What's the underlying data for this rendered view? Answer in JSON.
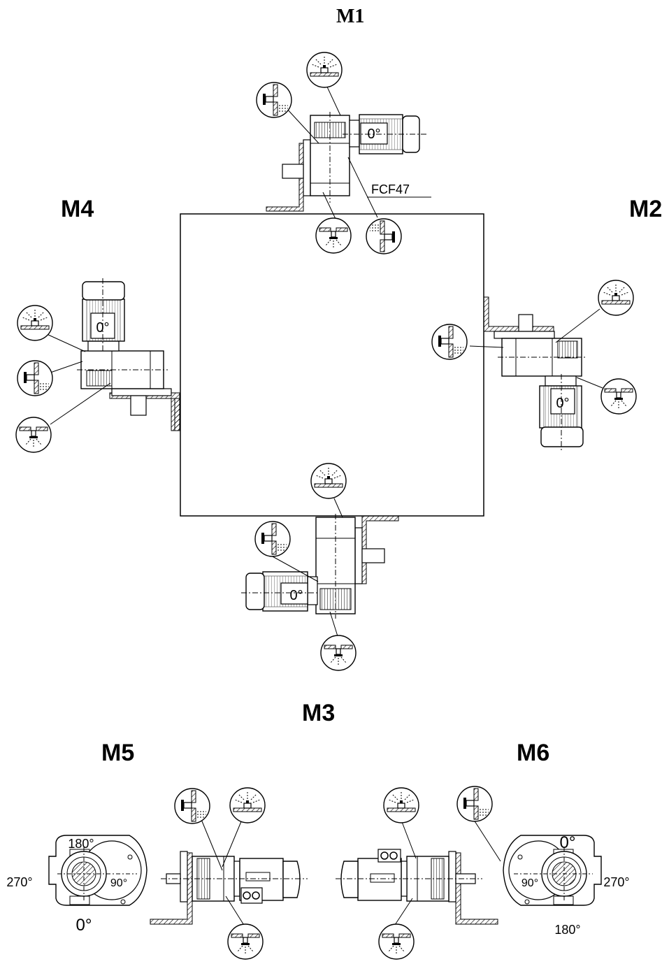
{
  "positions": {
    "m1": "M1",
    "m2": "M2",
    "m3": "M3",
    "m4": "M4",
    "m5": "M5",
    "m6": "M6"
  },
  "model": "FCF47",
  "terminal_box_angle": "0°",
  "angles_m5": {
    "top": "180°",
    "left": "270°",
    "center": "90°",
    "bottom": "0°"
  },
  "angles_m6": {
    "top": "0°",
    "right": "270°",
    "center": "90°",
    "bottom": "180°"
  },
  "symbols": {
    "breather": "breather-plug-icon",
    "oil_level": "oil-level-plug-icon",
    "drain": "oil-drain-plug-icon"
  }
}
